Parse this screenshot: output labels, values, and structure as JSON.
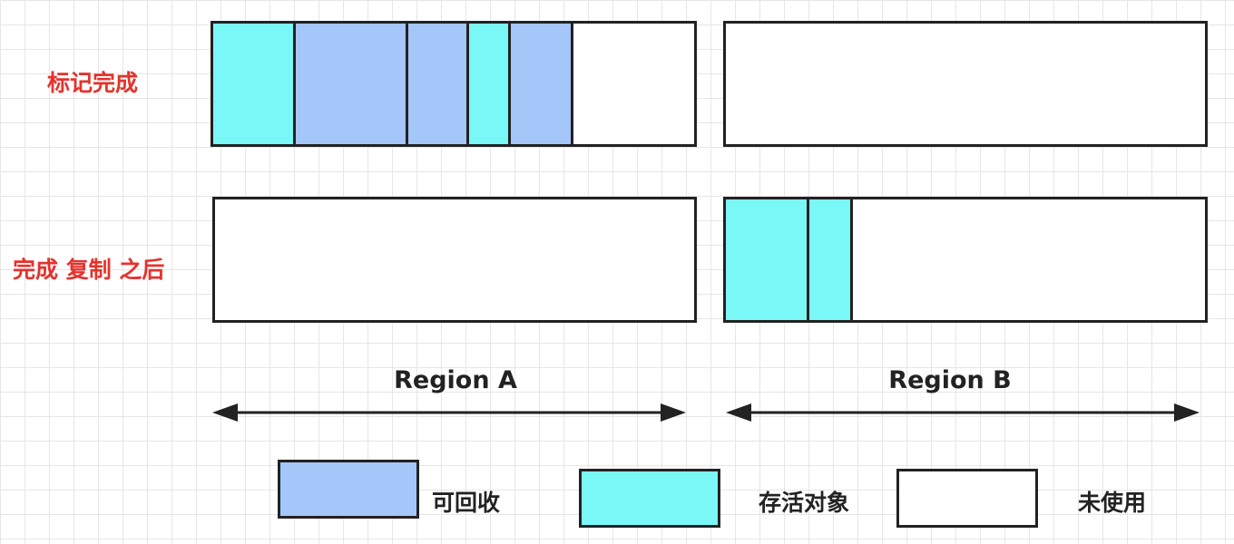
{
  "rows": [
    {
      "label": "标记完成"
    },
    {
      "label": "完成 复制 之后"
    }
  ],
  "regions": [
    {
      "title": "Region A"
    },
    {
      "title": "Region B"
    }
  ],
  "blocks": {
    "mark_a": [
      "live",
      "reclaimable",
      "reclaimable",
      "live",
      "reclaimable",
      "unused"
    ],
    "mark_b": [
      "unused"
    ],
    "copy_a": [
      "unused"
    ],
    "copy_b": [
      "live",
      "live",
      "unused"
    ]
  },
  "legend": [
    {
      "key": "reclaimable",
      "label": "可回收",
      "color": "#a4c6f8"
    },
    {
      "key": "live",
      "label": "存活对象",
      "color": "#7af7f7"
    },
    {
      "key": "unused",
      "label": "未使用",
      "color": "#ffffff"
    }
  ],
  "colors": {
    "label_red": "#e5322d",
    "reclaimable": "#a4c6f8",
    "live": "#7af7f7",
    "unused": "#ffffff",
    "outline": "#222222"
  }
}
